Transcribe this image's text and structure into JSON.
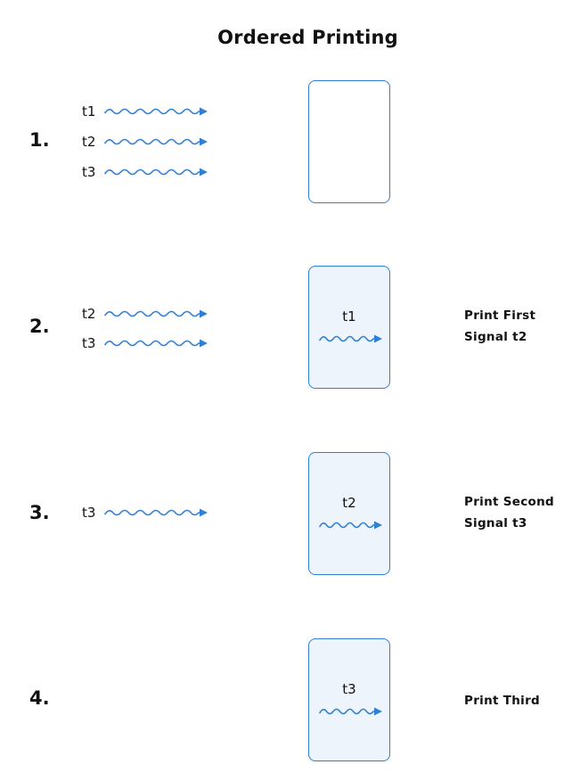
{
  "title": "Ordered Printing",
  "accent_color": "#2f7fd6",
  "box_fill_color": "#eef4fc",
  "steps": [
    {
      "number": "1.",
      "waiting": [
        "t1",
        "t2",
        "t3"
      ],
      "running": "",
      "notes": []
    },
    {
      "number": "2.",
      "waiting": [
        "t2",
        "t3"
      ],
      "running": "t1",
      "notes": [
        "Print First",
        "Signal t2"
      ]
    },
    {
      "number": "3.",
      "waiting": [
        "t3"
      ],
      "running": "t2",
      "notes": [
        "Print Second",
        "Signal t3"
      ]
    },
    {
      "number": "4.",
      "waiting": [],
      "running": "t3",
      "notes": [
        "Print Third"
      ]
    }
  ]
}
